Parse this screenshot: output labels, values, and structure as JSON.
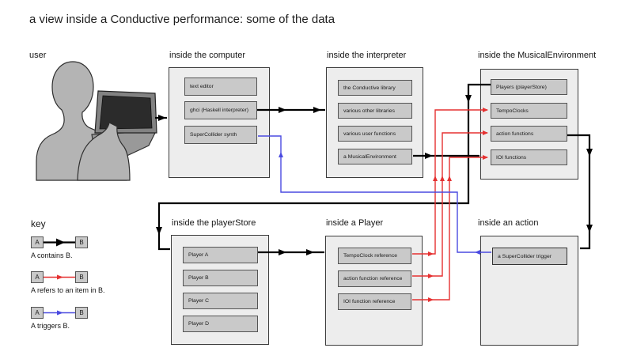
{
  "title": "a view inside a Conductive performance: some of the data",
  "sections": {
    "user": {
      "label": "user"
    },
    "computer": {
      "label": "inside the computer",
      "items": [
        "text editor",
        "ghci (Haskell interpreter)",
        "SuperCollider synth"
      ]
    },
    "interpreter": {
      "label": "inside the interpreter",
      "items": [
        "the Conductive library",
        "various other libraries",
        "various user functions",
        "a MusicalEnvironment"
      ]
    },
    "musical_environment": {
      "label": "inside the MusicalEnvironment",
      "items": [
        "Players (playerStore)",
        "TempoClocks",
        "action functions",
        "IOI functions"
      ]
    },
    "player_store": {
      "label": "inside the playerStore",
      "items": [
        "Player A",
        "Player B",
        "Player C",
        "Player D"
      ]
    },
    "player": {
      "label": "inside a Player",
      "items": [
        "TempoClock reference",
        "action function reference",
        "IOI function reference"
      ]
    },
    "action": {
      "label": "inside an action",
      "items": [
        "a SuperCollider trigger"
      ]
    }
  },
  "key": {
    "title": "key",
    "entries": [
      {
        "from": "A",
        "to": "B",
        "relation": "contains",
        "caption": "A contains B.",
        "color": "#000000"
      },
      {
        "from": "A",
        "to": "B",
        "relation": "refers",
        "caption": "A refers to an item in B.",
        "color": "#e53131"
      },
      {
        "from": "A",
        "to": "B",
        "relation": "triggers",
        "caption": "A triggers B.",
        "color": "#4a4ae0"
      }
    ]
  },
  "colors": {
    "contains": "#000000",
    "refers": "#e53131",
    "triggers": "#4a4ae0",
    "container_fill": "#ededed",
    "container_border": "#3c3c3c",
    "box_fill": "#c9c9c9",
    "box_border": "#545454",
    "text": "#111111",
    "person_fill": "#b4b4b4"
  }
}
